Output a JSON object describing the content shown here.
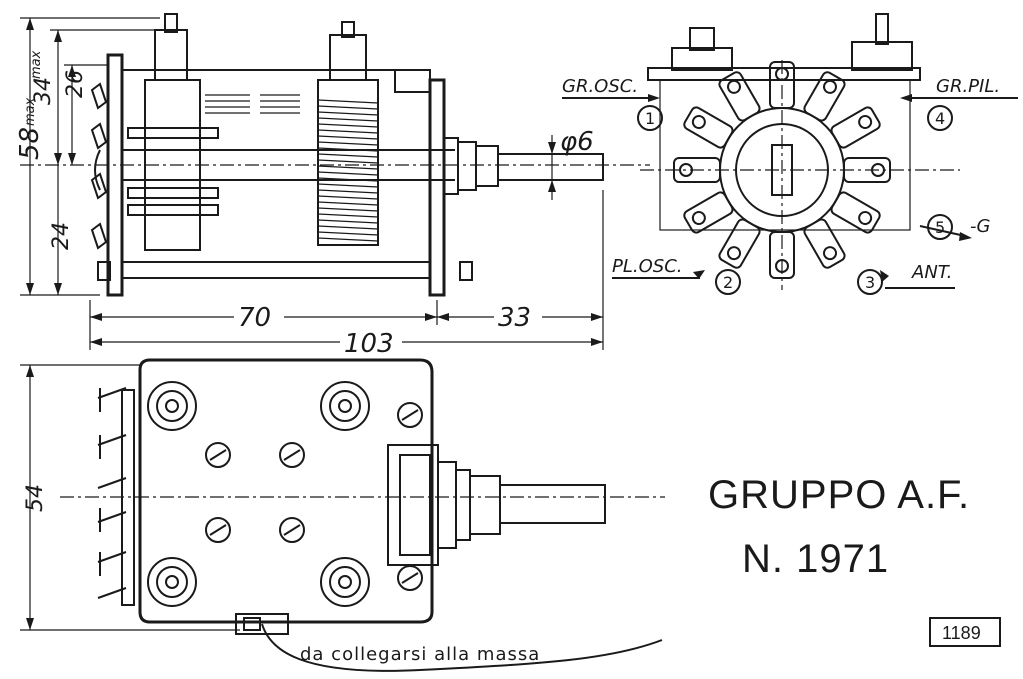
{
  "title": {
    "line1": "GRUPPO A.F.",
    "line2": "N. 1971"
  },
  "figure_code": "1189",
  "note_text": "da collegarsi alla massa",
  "dimensions": {
    "d58": "58",
    "d58_suffix": "max",
    "d34": "34",
    "d34_suffix": "max",
    "d26": "26",
    "d24": "24",
    "d70": "70",
    "d33": "33",
    "d103": "103",
    "d54": "54",
    "d_shaft": "φ6"
  },
  "switch_labels": {
    "gr_osc": "GR.OSC.",
    "gr_pil": "GR.PIL.",
    "pl_osc": "PL.OSC.",
    "ant": "ANT.",
    "g": "-G"
  },
  "terminals": [
    "1",
    "2",
    "3",
    "4",
    "5"
  ]
}
